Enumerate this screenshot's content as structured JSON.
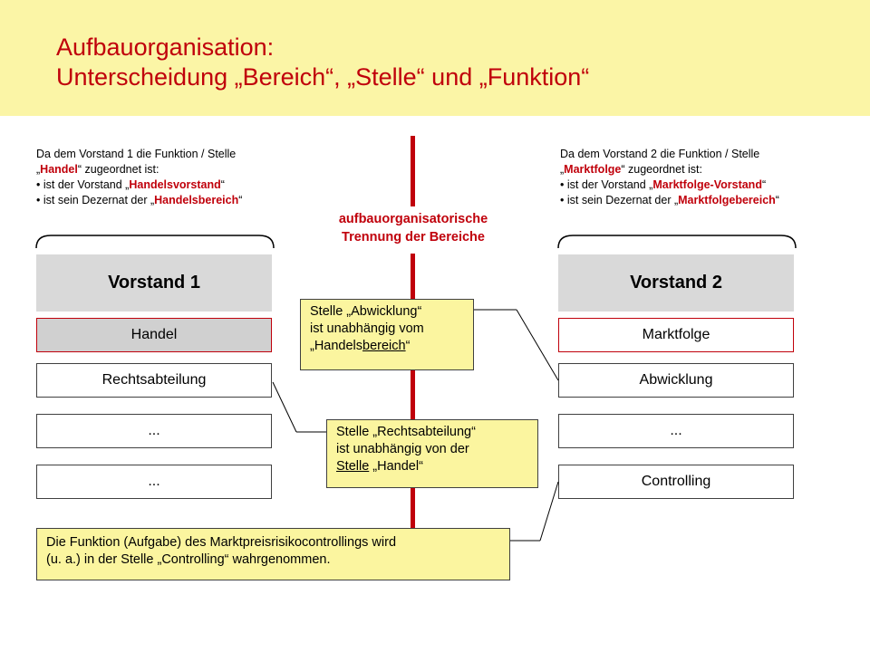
{
  "title": {
    "line1": "Aufbauorganisation:",
    "line2": "Unterscheidung „Bereich“, „Stelle“ und „Funktion“"
  },
  "left_note": {
    "line1": "Da dem Vorstand 1 die Funktion / Stelle",
    "line2_open": "„",
    "line2_highlight": "Handel",
    "line2_rest": "“ zugeordnet ist:",
    "line3_prefix": "• ist der Vorstand „",
    "line3_highlight": "Handelsvorstand",
    "line3_suffix": "“",
    "line4_prefix": "• ist sein Dezernat der „",
    "line4_highlight": "Handelsbereich",
    "line4_suffix": "“"
  },
  "right_note": {
    "line1": "Da dem Vorstand 2 die Funktion / Stelle",
    "line2_open": "„",
    "line2_highlight": "Marktfolge",
    "line2_rest": "“ zugeordnet ist:",
    "line3_prefix": "• ist der Vorstand „",
    "line3_highlight": "Marktfolge-Vorstand",
    "line3_suffix": "“",
    "line4_prefix": "• ist sein Dezernat der „",
    "line4_highlight": "Marktfolgebereich",
    "line4_suffix": "“"
  },
  "separator": {
    "line1": "aufbauorganisatorische",
    "line2": "Trennung der Bereiche"
  },
  "left_column": {
    "head": "Vorstand 1",
    "units": [
      "Handel",
      "Rechtsabteilung",
      "...",
      "..."
    ]
  },
  "right_column": {
    "head": "Vorstand 2",
    "units": [
      "Marktfolge",
      "Abwicklung",
      "...",
      "Controlling"
    ]
  },
  "callout_abwicklung": {
    "line1": "Stelle „Abwicklung“",
    "line2": "ist unabhängig vom",
    "line3_prefix": "„Handels",
    "line3_underlined": "bereich",
    "line3_suffix": "“"
  },
  "callout_recht": {
    "line1": "Stelle „Rechtsabteilung“",
    "line2": "ist unabhängig von der",
    "line3_underlined": "Stelle",
    "line3_suffix": " „Handel“"
  },
  "callout_controlling": {
    "line1": "Die Funktion (Aufgabe) des Marktpreisrisikocontrollings wird",
    "line2": "(u. a.) in der Stelle „Controlling“ wahrgenommen."
  },
  "colors": {
    "header_bg": "#fbf5a6",
    "accent_red": "#c0000b",
    "head_gray": "#d9d9d9",
    "callout_bg": "#fbf59f"
  }
}
